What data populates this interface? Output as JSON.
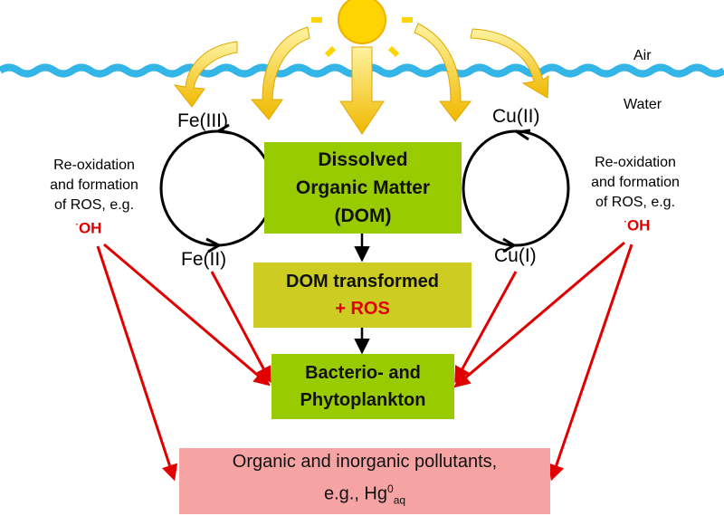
{
  "regions": {
    "air": "Air",
    "water": "Water"
  },
  "metals": {
    "fe3": "Fe(III)",
    "fe2": "Fe(II)",
    "cu2": "Cu(II)",
    "cu1": "Cu(I)"
  },
  "reoxidation_left": {
    "line1": "Re-oxidation",
    "line2": "and formation",
    "line3": "of ROS, e.g.",
    "radical_dot": "·",
    "radical": "OH"
  },
  "reoxidation_right": {
    "line1": "Re-oxidation",
    "line2": "and formation",
    "line3": "of ROS, e.g.",
    "radical_dot": "·",
    "radical": "OH"
  },
  "boxes": {
    "dom": {
      "line1": "Dissolved",
      "line2": "Organic Matter",
      "line3": "(DOM)"
    },
    "dom_transformed": {
      "line1": "DOM transformed",
      "line2": "+ ROS"
    },
    "plankton": {
      "line1": "Bacterio- and",
      "line2": "Phytoplankton"
    },
    "pollutants": {
      "line1": "Organic and inorganic pollutants,",
      "line2_prefix": "e.g., Hg",
      "line2_sup": "0",
      "line2_sub": "aq"
    }
  },
  "colors": {
    "water_line": "#33b5e8",
    "sun": "#ffd400",
    "sun_arrow": "#f3c200",
    "green_box": "#99cc00",
    "olive_box": "#cccc22",
    "pink_box": "#f5a3a3",
    "red_arrow": "#e00000"
  },
  "icons": [
    "sun-icon",
    "sunlight-arrow-icon",
    "wave-line-icon",
    "redox-cycle-icon"
  ]
}
